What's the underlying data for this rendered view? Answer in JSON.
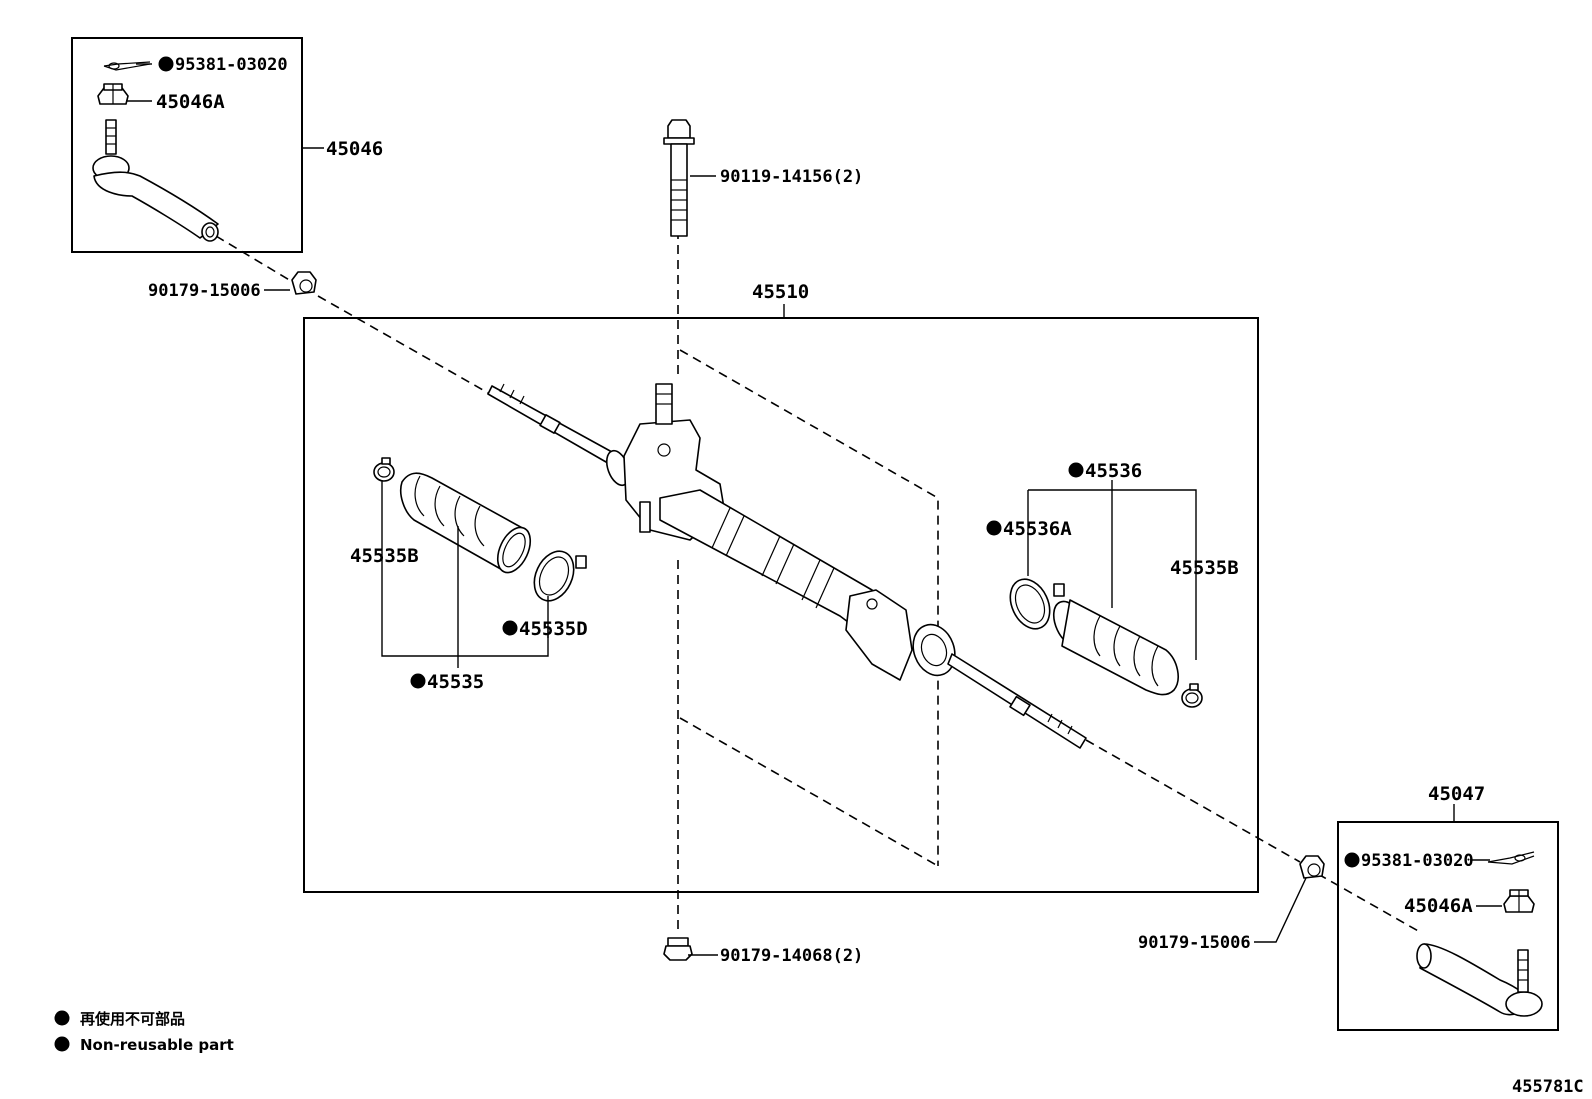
{
  "labels": {
    "cotter_pin_top": "95381-03020",
    "nut_top": "45046A",
    "tie_rod_end_left": "45046",
    "bolt": "90119-14156(2)",
    "nut_left": "90179-15006",
    "rack_assy": "45510",
    "boot_set_right": "45536",
    "clamp_right_a": "45536A",
    "clamp_left_b": "45535B",
    "clamp_right_b": "45535B",
    "clamp_left_d": "45535D",
    "boot_set_left": "45535",
    "tie_rod_end_right": "45047",
    "cotter_pin_bottom": "95381-03020",
    "nut_bottom": "45046A",
    "nut_right": "90179-15006",
    "nut_bottom_center": "90179-14068(2)"
  },
  "legend": {
    "jp": "再使用不可部品",
    "en": "Non-reusable part"
  },
  "diagram_id": "455781C"
}
